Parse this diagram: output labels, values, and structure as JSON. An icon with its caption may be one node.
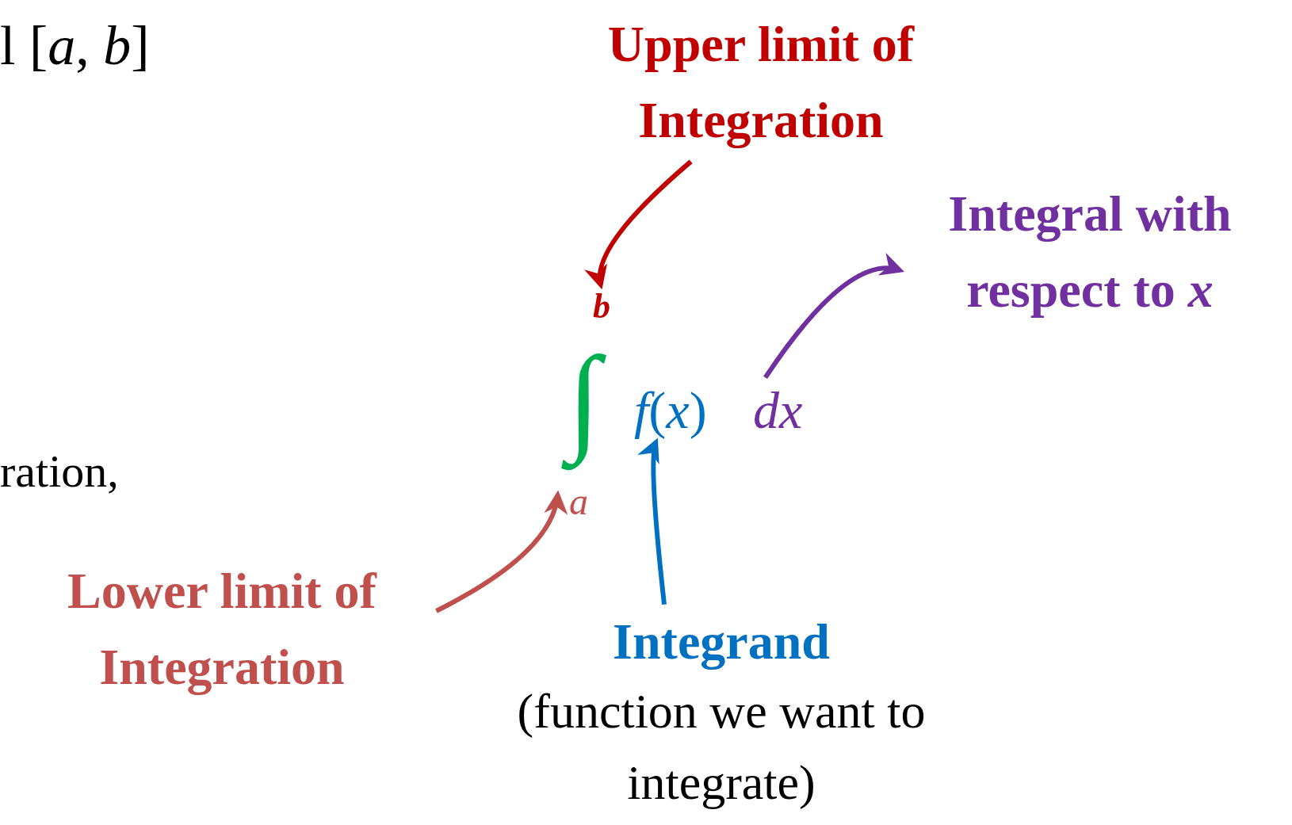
{
  "diagram": {
    "nodes": [
      {
        "text": [
          "Upper limit of Integration"
        ]
      },
      {
        "text": [
          "b"
        ]
      },
      {
        "text": [
          "*f*(*x*)"
        ]
      },
      {
        "text": [
          "dx"
        ]
      },
      {
        "text": [
          "Integral with respect to *x*"
        ]
      },
      {
        "text": [
          "a"
        ]
      },
      {
        "text": [
          "Lower limit of Integration"
        ]
      },
      {
        "text": [
          "Integrand",
          "(function we want to integrate)"
        ]
      }
    ],
    "edges": [
      {
        "from": 0,
        "to": 1,
        "arrow": "to",
        "color": "#c00000"
      },
      {
        "from": 3,
        "to": 4,
        "arrow": "to",
        "color": "#7030a0"
      },
      {
        "from": 6,
        "to": 5,
        "arrow": "to",
        "color": "#c0504d"
      },
      {
        "from": 7,
        "to": 2,
        "arrow": "to",
        "color": "#0070c0"
      }
    ],
    "labels": [
      "l [*a*, *b*]",
      "ration,",
      "∫"
    ]
  }
}
